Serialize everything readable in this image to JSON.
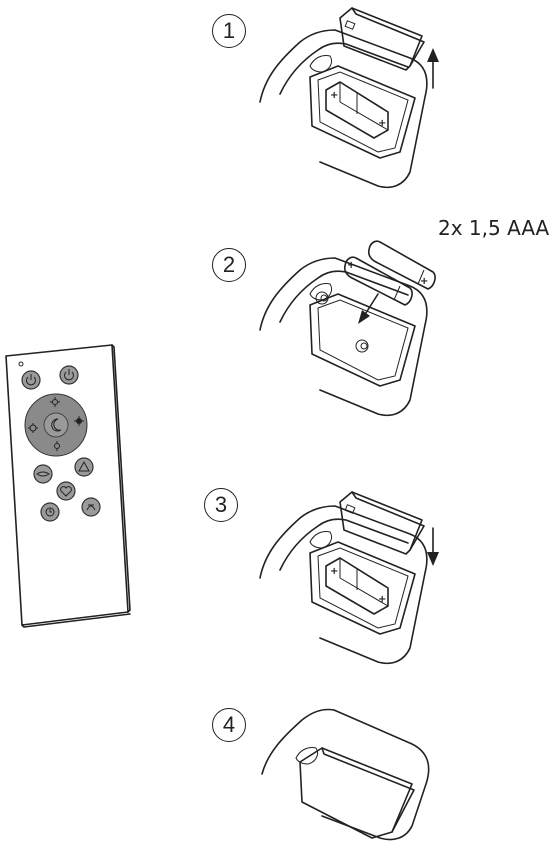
{
  "steps": [
    {
      "number": "1",
      "arrow": "up"
    },
    {
      "number": "2",
      "arrow": "insert"
    },
    {
      "number": "3",
      "arrow": "down"
    },
    {
      "number": "4",
      "arrow": "none"
    }
  ],
  "battery_label": "2x 1,5 AAA",
  "battery_polarity": {
    "plus": "+",
    "minus": "-"
  },
  "remote": {
    "icons": [
      "power-on-icon",
      "power-off-icon",
      "brightness-up-icon",
      "brightness-down-icon",
      "night-mode-icon",
      "color-warm-icon",
      "color-cold-icon",
      "reading-icon",
      "relax-icon",
      "heart-icon",
      "timer-icon",
      "party-icon"
    ]
  }
}
